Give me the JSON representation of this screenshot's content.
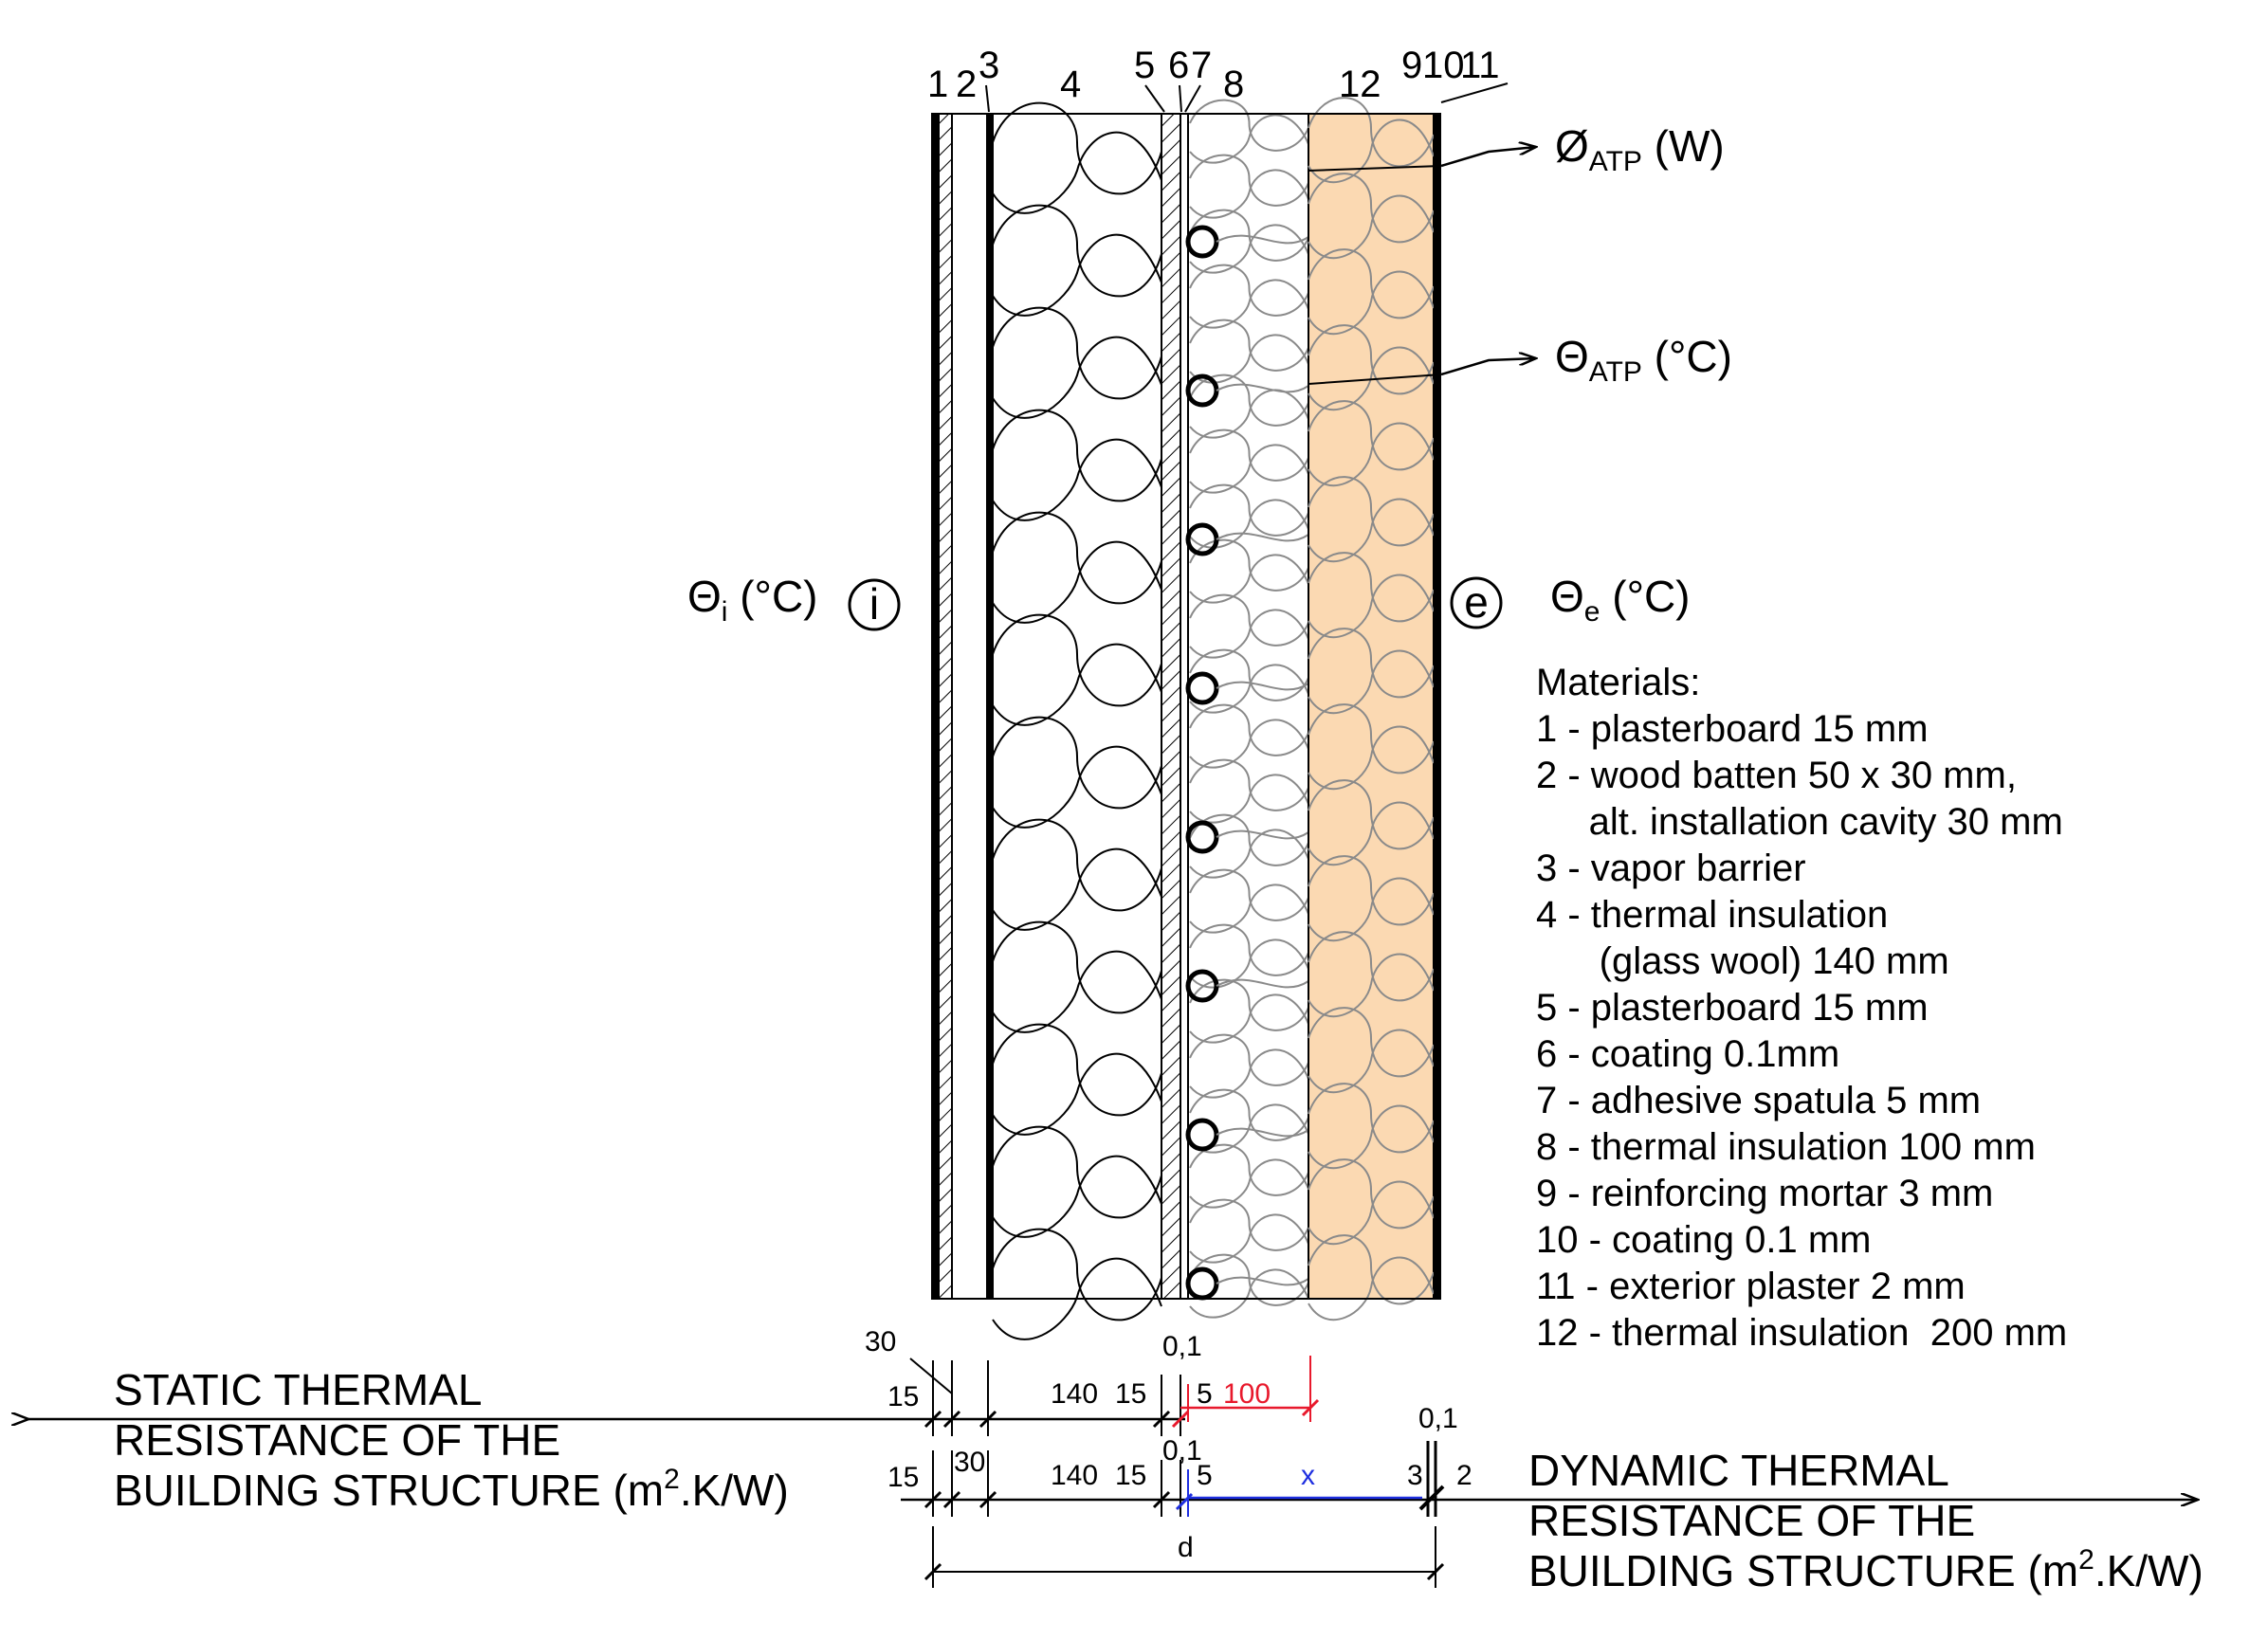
{
  "layer_numbers": [
    "1",
    "2",
    "3",
    "4",
    "5",
    "6",
    "7",
    "8",
    "12",
    "9",
    "10",
    "11"
  ],
  "outputs": {
    "phi_symbol": "Ø",
    "phi_sub": "ATP",
    "phi_unit": " (W)",
    "theta_symbol": "Θ",
    "theta_sub": "ATP",
    "theta_unit": " (°C)"
  },
  "interior": {
    "symbol": "Θ",
    "sub": "i",
    "unit": " (°C)",
    "marker": "i"
  },
  "exterior": {
    "symbol": "Θ",
    "sub": "e",
    "unit": " (°C)",
    "marker": "e"
  },
  "materials_title": "Materials:",
  "materials": [
    "1 - plasterboard 15 mm",
    "2 - wood batten 50 x 30 mm,",
    "     alt. installation cavity 30 mm",
    "3 - vapor barrier",
    "4 - thermal insulation",
    "      (glass wool) 140 mm",
    "5 - plasterboard 15 mm",
    "6 - coating 0.1mm",
    "7 - adhesive spatula 5 mm",
    "8 - thermal insulation 100 mm",
    "9 - reinforcing mortar 3 mm",
    "10 - coating 0.1 mm",
    "11 - exterior plaster 2 mm",
    "12 - thermal insulation  200 mm"
  ],
  "static_label": {
    "line1": "STATIC THERMAL",
    "line2": "RESISTANCE OF THE",
    "line3_pre": "BUILDING STRUCTURE (m",
    "sup": "2",
    "line3_post": ".K/W)"
  },
  "dynamic_label": {
    "line1": "DYNAMIC THERMAL",
    "line2": "RESISTANCE OF THE",
    "line3_pre": "BUILDING STRUCTURE (m",
    "sup": "2",
    "line3_post": ".K/W)"
  },
  "static_dims": {
    "d30": "30",
    "d15": "15",
    "d140": "140",
    "d15b": "15",
    "d01": "0,1",
    "d5": "5",
    "d100": "100"
  },
  "dynamic_dims": {
    "d15": "15",
    "d30": "30",
    "d140": "140",
    "d15b": "15",
    "d01": "0,1",
    "d5": "5",
    "x": "x",
    "d3": "3",
    "d01b": "0,1",
    "d2": "2",
    "d": "d"
  },
  "colors": {
    "insulation_fill": "#fbd9b2",
    "dim_red": "#e8192c",
    "dim_blue": "#1f2fe0",
    "line": "#000000",
    "wool_grey": "#8a8a8a"
  }
}
